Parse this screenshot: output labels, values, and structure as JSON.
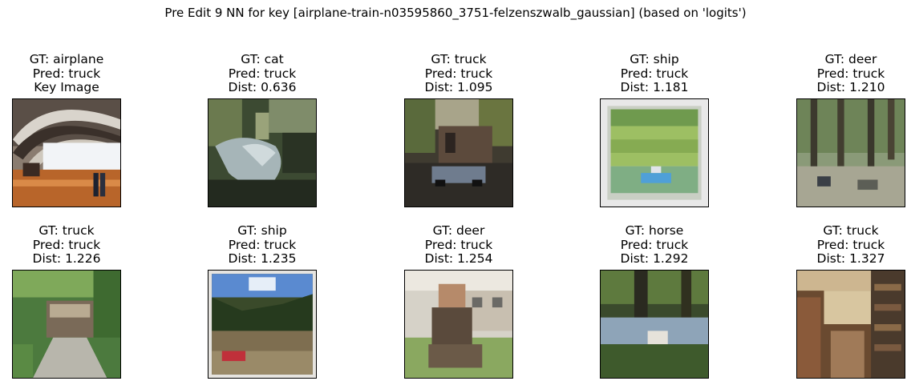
{
  "title": "Pre Edit 9 NN for key [airplane-train-n03595860_3751-felzenszwalb_gaussian] (based on 'logits')",
  "panels": [
    {
      "gt": "GT: airplane",
      "pred": "Pred: truck",
      "extra": "Key Image",
      "scene": "hangar"
    },
    {
      "gt": "GT: cat",
      "pred": "Pred: truck",
      "extra": "Dist: 0.636",
      "scene": "cat"
    },
    {
      "gt": "GT: truck",
      "pred": "Pred: truck",
      "extra": "Dist: 1.095",
      "scene": "truck-building"
    },
    {
      "gt": "GT: ship",
      "pred": "Pred: truck",
      "extra": "Dist: 1.181",
      "scene": "ship-lake"
    },
    {
      "gt": "GT: deer",
      "pred": "Pred: truck",
      "extra": "Dist: 1.210",
      "scene": "deer-forest"
    },
    {
      "gt": "GT: truck",
      "pred": "Pred: truck",
      "extra": "Dist: 1.226",
      "scene": "truck-road"
    },
    {
      "gt": "GT: ship",
      "pred": "Pred: truck",
      "extra": "Dist: 1.235",
      "scene": "ship-mountain"
    },
    {
      "gt": "GT: deer",
      "pred": "Pred: truck",
      "extra": "Dist: 1.254",
      "scene": "person-house"
    },
    {
      "gt": "GT: horse",
      "pred": "Pred: truck",
      "extra": "Dist: 1.292",
      "scene": "horse-trees"
    },
    {
      "gt": "GT: truck",
      "pred": "Pred: truck",
      "extra": "Dist: 1.327",
      "scene": "library"
    }
  ]
}
